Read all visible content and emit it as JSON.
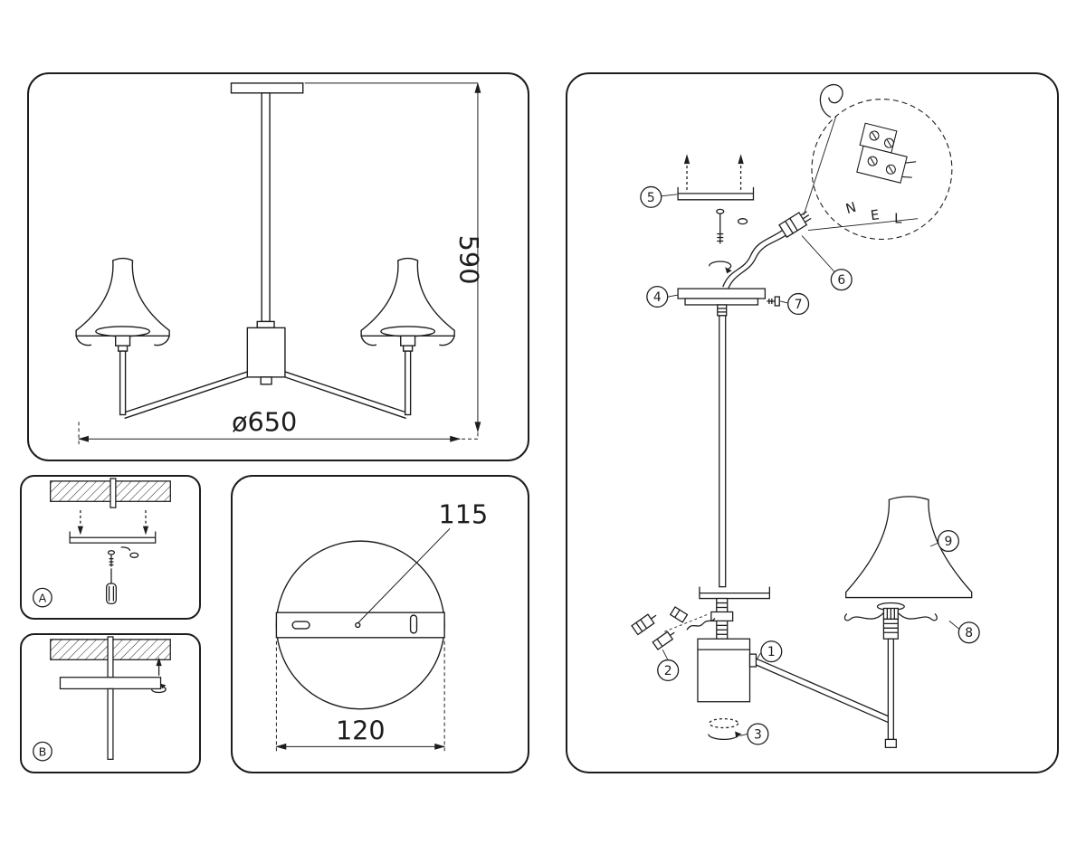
{
  "colors": {
    "line": "#1d1d1f",
    "bg": "#ffffff"
  },
  "overview": {
    "dim_height": "590",
    "dim_diameter": "ø650"
  },
  "mount_detail": {
    "dim_hole": "115",
    "dim_width": "120"
  },
  "steps": {
    "a_label": "A",
    "b_label": "B"
  },
  "assembly": {
    "callouts": [
      "1",
      "2",
      "3",
      "4",
      "5",
      "6",
      "7",
      "8",
      "9"
    ],
    "wire_labels": [
      "N",
      "E",
      "L"
    ]
  }
}
